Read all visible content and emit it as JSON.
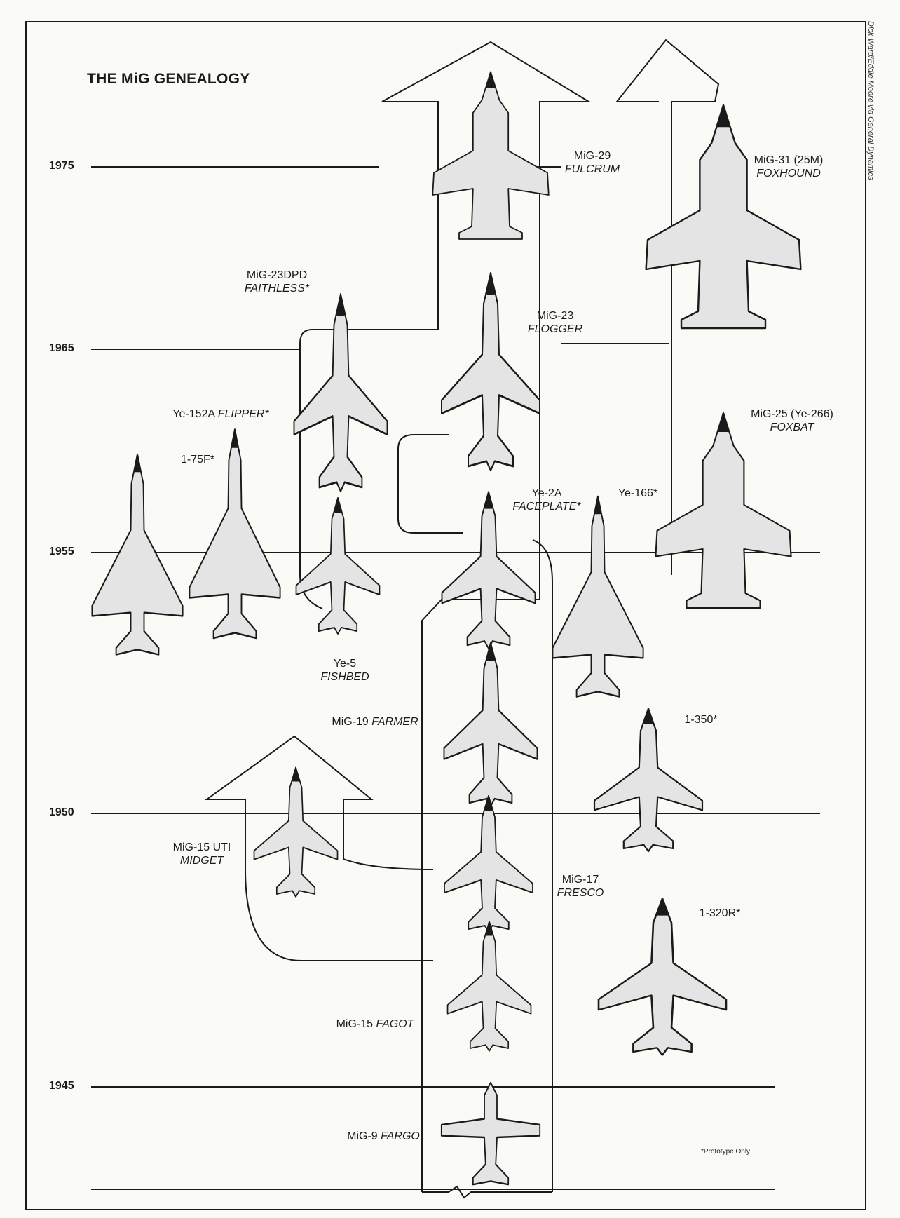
{
  "title": "THE MiG GENEALOGY",
  "credit": "Dick Ward/Eddie Moore via General Dynamics",
  "footnote": "*Prototype Only",
  "years": [
    {
      "label": "1975"
    },
    {
      "label": "1965"
    },
    {
      "label": "1955"
    },
    {
      "label": "1950"
    },
    {
      "label": "1945"
    }
  ],
  "aircraft": {
    "mig29": {
      "name": "MiG-29",
      "code": "FULCRUM"
    },
    "mig31": {
      "name": "MiG-31 (25M)",
      "code": "FOXHOUND"
    },
    "mig23dpd": {
      "name": "MiG-23DPD",
      "code": "FAITHLESS*"
    },
    "mig23": {
      "name": "MiG-23",
      "code": "FLOGGER"
    },
    "ye152a": {
      "name": "Ye-152A",
      "code": "FLIPPER*"
    },
    "mig25": {
      "name": "MiG-25 (Ye-266)",
      "code": "FOXBAT"
    },
    "i75f": {
      "name": "1-75F*"
    },
    "ye2a": {
      "name": "Ye-2A",
      "code": "FACEPLATE*"
    },
    "ye166": {
      "name": "Ye-166*"
    },
    "ye5": {
      "name": "Ye-5",
      "code": "FISHBED"
    },
    "mig19": {
      "name": "MiG-19",
      "code": "FARMER"
    },
    "i350": {
      "name": "1-350*"
    },
    "mig15uti": {
      "name": "MiG-15 UTI",
      "code": "MIDGET"
    },
    "mig17": {
      "name": "MiG-17",
      "code": "FRESCO"
    },
    "i320r": {
      "name": "1-320R*"
    },
    "mig15": {
      "name": "MiG-15",
      "code": "FAGOT"
    },
    "mig9": {
      "name": "MiG-9",
      "code": "FARGO"
    }
  }
}
